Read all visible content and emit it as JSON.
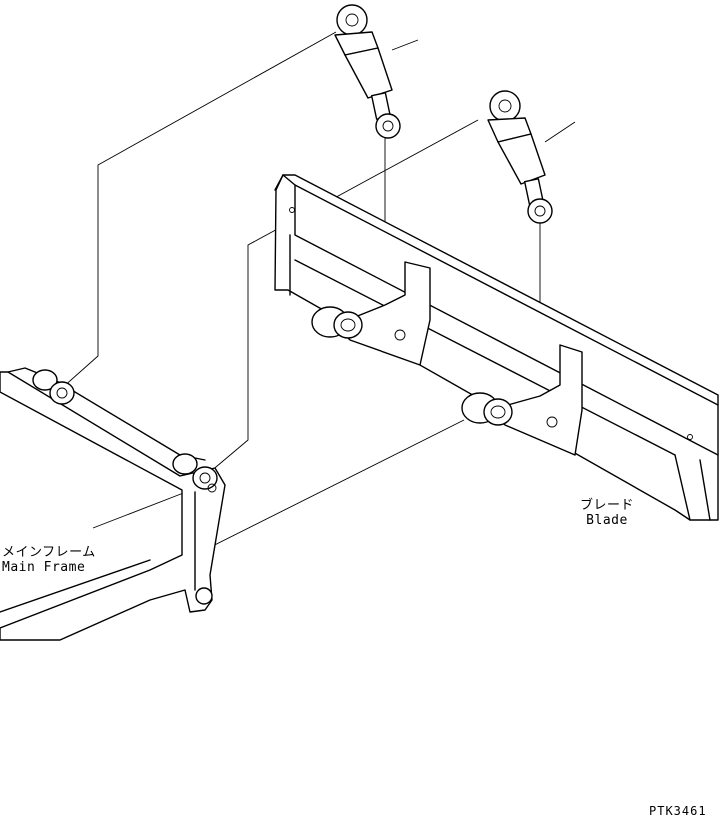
{
  "labels": {
    "blade_jp": "ブレード",
    "blade_en": "Blade",
    "frame_jp": "メインフレーム",
    "frame_en": "Main Frame",
    "code": "PTK3461"
  },
  "colors": {
    "line": "#000000",
    "background": "#ffffff"
  }
}
